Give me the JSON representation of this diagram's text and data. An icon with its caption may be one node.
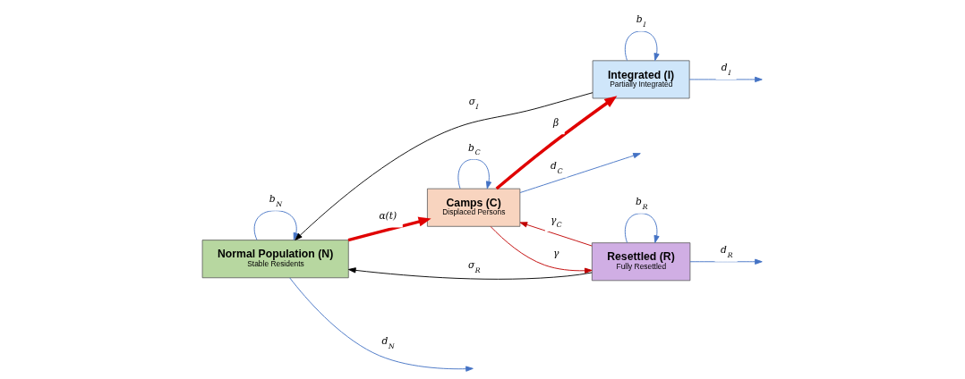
{
  "diagram": {
    "nodes": [
      {
        "text": [
          "Normal Population (N)",
          "Stable Residents"
        ]
      },
      {
        "text": [
          "Camps (C)",
          "Displaced Persons"
        ]
      },
      {
        "text": [
          "Integrated (I)",
          "Partially Integrated"
        ]
      },
      {
        "text": [
          "Resettled (R)",
          "Fully Resettled"
        ]
      }
    ],
    "edges": [
      {
        "from": 0,
        "to": 1,
        "arrow": "to",
        "label": "α(t)",
        "style": "thick",
        "color": "#e00000"
      },
      {
        "from": 1,
        "to": 2,
        "arrow": "to",
        "label": "β",
        "style": "thick",
        "color": "#e00000"
      },
      {
        "from": 1,
        "to": 3,
        "arrow": "to",
        "label": "γ",
        "color": "#c00000"
      },
      {
        "from": 3,
        "to": 1,
        "arrow": "to",
        "label": "γ$_{C}$",
        "color": "#c00000"
      },
      {
        "from": 2,
        "to": 0,
        "arrow": "to",
        "label": "σ$_{I}$",
        "color": "#000000"
      },
      {
        "from": 3,
        "to": 0,
        "arrow": "to",
        "label": "σ$_{R}$",
        "color": "#000000"
      },
      {
        "from": 0,
        "to": 0,
        "arrow": "to",
        "label": "b$_{N}$"
      },
      {
        "from": 0,
        "to": null,
        "arrow": "to",
        "label": "d$_{N}$"
      },
      {
        "from": 1,
        "to": 1,
        "arrow": "to",
        "label": "b$_{C}$"
      },
      {
        "from": 1,
        "to": null,
        "arrow": "to",
        "label": "d$_{C}$"
      },
      {
        "from": 2,
        "to": null,
        "arrow": "to",
        "label": "d$_{I}$"
      },
      {
        "from": 2,
        "to": 2,
        "arrow": "to",
        "label": "b$_{I}$"
      },
      {
        "from": 3,
        "to": null,
        "arrow": "to",
        "label": "d$_{R}$"
      },
      {
        "from": 3,
        "to": 3,
        "arrow": "to",
        "label": "b$_{R}$"
      }
    ]
  }
}
